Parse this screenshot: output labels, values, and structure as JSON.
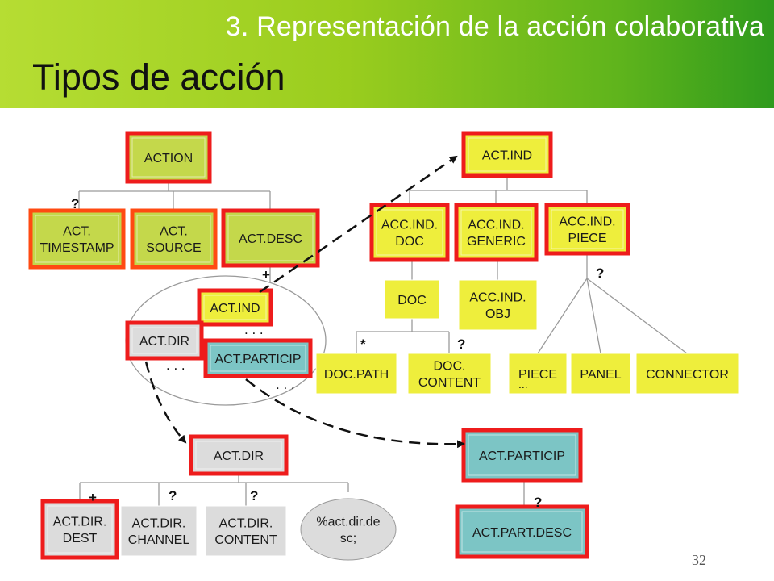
{
  "header": {
    "section": "3. Representación de la acción colaborativa",
    "title": "Tipos de acción"
  },
  "page_number": "32",
  "colors": {
    "lime": "#c4d84b",
    "yellow": "#eeee3c",
    "teal": "#7cc5c5",
    "grey": "#dcdcdc",
    "highlight": "#ee1c1c",
    "highlight_orange": "#ff4a12"
  },
  "nodes": [
    {
      "id": "action",
      "label": [
        "ACTION"
      ]
    },
    {
      "id": "act_timestamp",
      "label": [
        "ACT.",
        "TIMESTAMP"
      ]
    },
    {
      "id": "act_source",
      "label": [
        "ACT.",
        "SOURCE"
      ]
    },
    {
      "id": "act_desc",
      "label": [
        "ACT.DESC"
      ]
    },
    {
      "id": "act_ind_small",
      "label": [
        "ACT.IND"
      ]
    },
    {
      "id": "act_dir_small",
      "label": [
        "ACT.DIR"
      ]
    },
    {
      "id": "act_particip_small",
      "label": [
        "ACT.PARTICIP"
      ]
    },
    {
      "id": "act_ind",
      "label": [
        "ACT.IND"
      ]
    },
    {
      "id": "acc_ind_doc",
      "label": [
        "ACC.IND.",
        "DOC"
      ]
    },
    {
      "id": "acc_ind_generic",
      "label": [
        "ACC.IND.",
        "GENERIC"
      ]
    },
    {
      "id": "acc_ind_piece",
      "label": [
        "ACC.IND.",
        "PIECE"
      ]
    },
    {
      "id": "doc",
      "label": [
        "DOC"
      ]
    },
    {
      "id": "acc_ind_obj",
      "label": [
        "ACC.IND.",
        "OBJ"
      ]
    },
    {
      "id": "doc_path",
      "label": [
        "DOC.PATH"
      ]
    },
    {
      "id": "doc_content",
      "label": [
        "DOC.",
        "CONTENT"
      ]
    },
    {
      "id": "piece",
      "label": [
        "PIECE"
      ]
    },
    {
      "id": "panel",
      "label": [
        "PANEL"
      ]
    },
    {
      "id": "connector",
      "label": [
        "CONNECTOR"
      ]
    },
    {
      "id": "act_dir",
      "label": [
        "ACT.DIR"
      ]
    },
    {
      "id": "act_dir_dest",
      "label": [
        "ACT.DIR.",
        "DEST"
      ]
    },
    {
      "id": "act_dir_channel",
      "label": [
        "ACT.DIR.",
        "CHANNEL"
      ]
    },
    {
      "id": "act_dir_content",
      "label": [
        "ACT.DIR.",
        "CONTENT"
      ]
    },
    {
      "id": "act_dir_desc_ellipse",
      "label": [
        "%act.dir.de",
        "sc;"
      ]
    },
    {
      "id": "act_particip",
      "label": [
        "ACT.PARTICIP"
      ]
    },
    {
      "id": "act_part_desc",
      "label": [
        "ACT.PART.DESC"
      ]
    }
  ],
  "markers": [
    {
      "id": "q_action",
      "text": "?"
    },
    {
      "id": "plus_desc",
      "text": "+"
    },
    {
      "id": "dots_1",
      "text": ". . ."
    },
    {
      "id": "dots_2",
      "text": ". . ."
    },
    {
      "id": "dots_3",
      "text": ". . ."
    },
    {
      "id": "q_piece",
      "text": "?"
    },
    {
      "id": "star_doc",
      "text": "*"
    },
    {
      "id": "q_doc",
      "text": "?"
    },
    {
      "id": "dots_piece",
      "text": "..."
    },
    {
      "id": "plus_dir",
      "text": "+"
    },
    {
      "id": "q_dir_1",
      "text": "?"
    },
    {
      "id": "q_dir_2",
      "text": "?"
    },
    {
      "id": "q_particip",
      "text": "?"
    }
  ]
}
